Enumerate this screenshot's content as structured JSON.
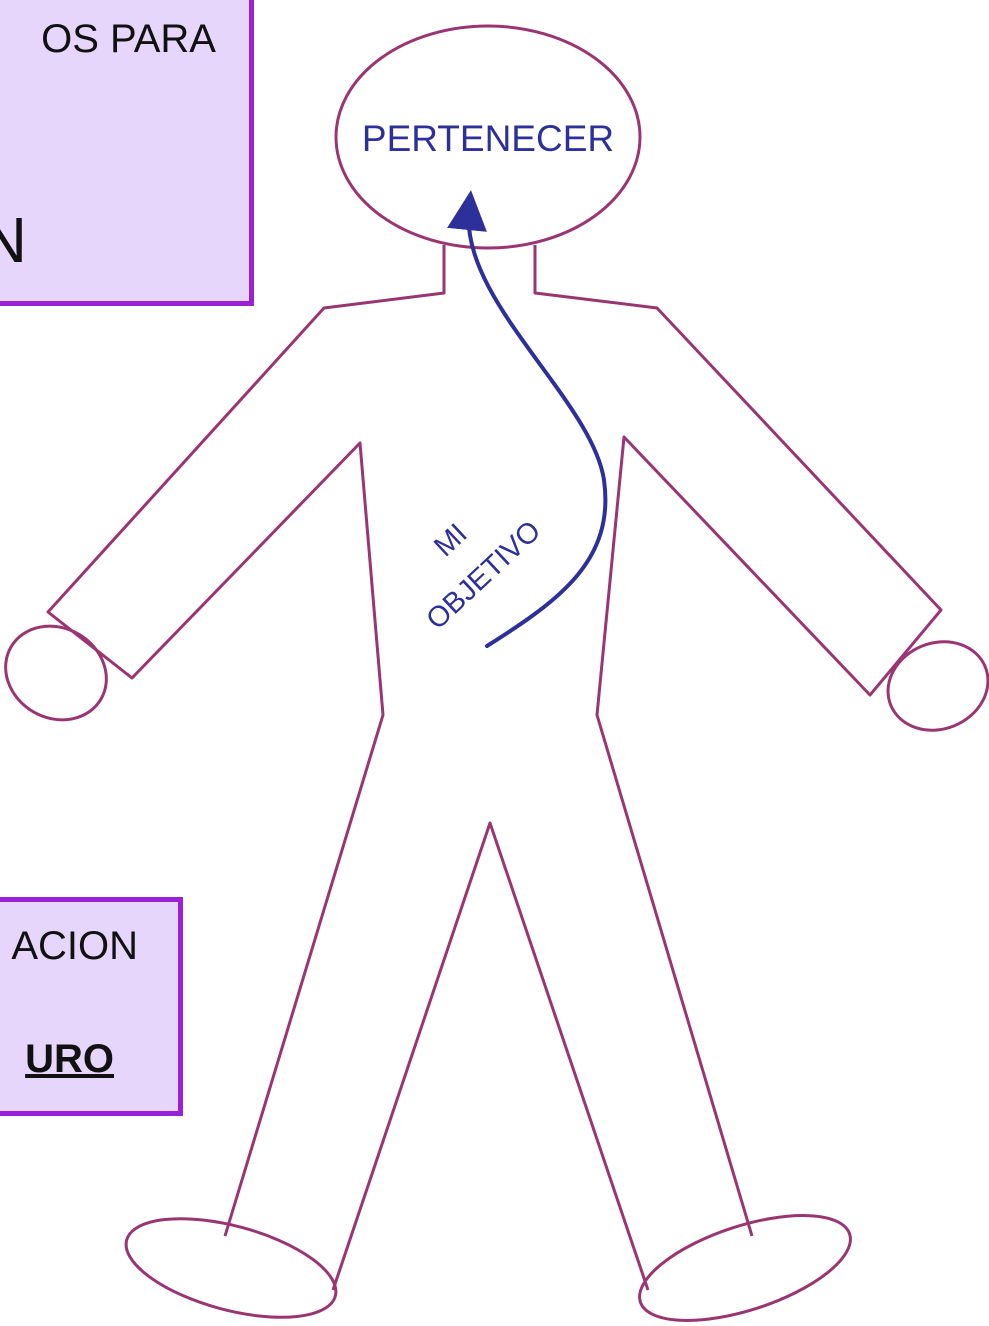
{
  "box_top": {
    "line1": "OS PARA",
    "line2": "N"
  },
  "box_bottom": {
    "line1": "ACION",
    "line2": "URO"
  },
  "figure": {
    "head_label": "PERTENECER",
    "arrow_label_line1": "MI",
    "arrow_label_line2": "OBJETIVO"
  },
  "colors": {
    "figure_outline": "#9a3572",
    "arrow": "#2d2f9a",
    "label_text": "#2d2f9a",
    "box_fill": "#e6d6fb",
    "box_border": "#9a22d6"
  }
}
